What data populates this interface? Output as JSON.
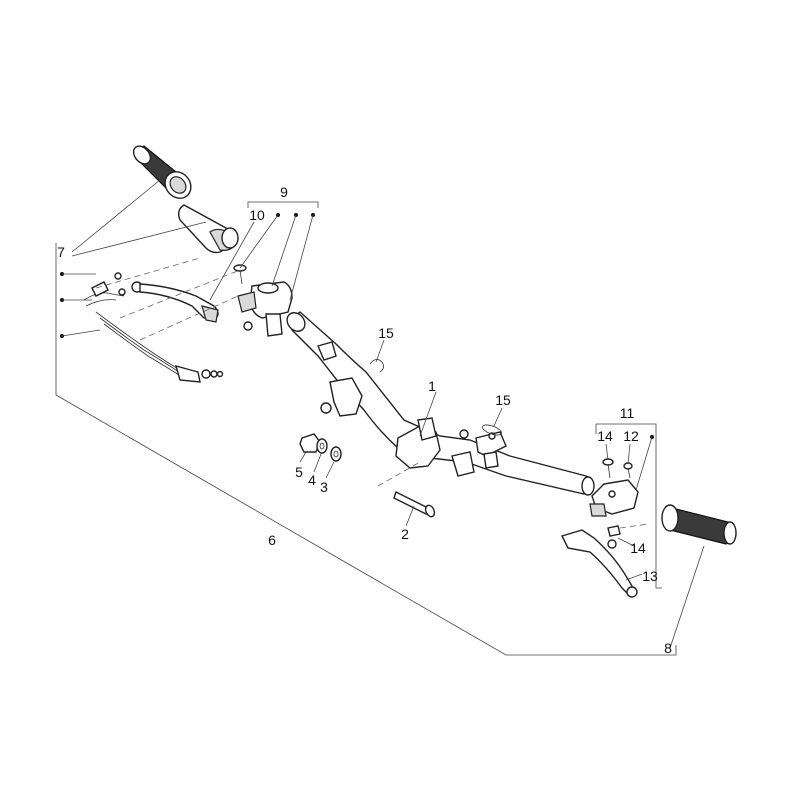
{
  "callouts": {
    "c1": "1",
    "c2": "2",
    "c3": "3",
    "c4": "4",
    "c5": "5",
    "c6": "6",
    "c7": "7",
    "c8": "8",
    "c9": "9",
    "c10": "10",
    "c11": "11",
    "c12": "12",
    "c13": "13",
    "c14a": "14",
    "c14b": "14",
    "c15a": "15",
    "c15b": "15"
  }
}
